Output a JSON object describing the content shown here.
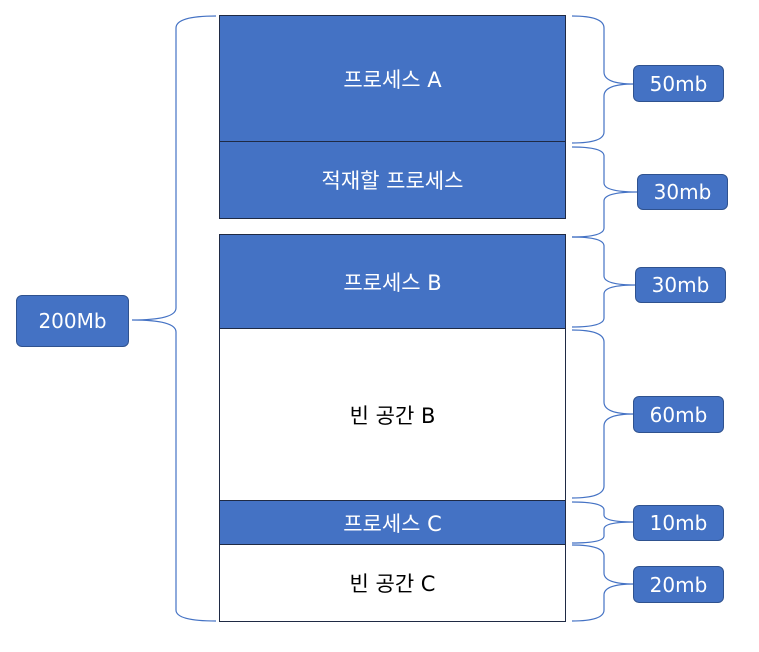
{
  "diagram": {
    "total_label": "200Mb",
    "blocks": [
      {
        "label": "프로세스 A",
        "size": "50mb",
        "filled": true
      },
      {
        "label": "적재할 프로세스",
        "size": "30mb",
        "filled": true
      },
      {
        "label": "프로세스 B",
        "size": "30mb",
        "filled": true
      },
      {
        "label": "빈 공간 B",
        "size": "60mb",
        "filled": false
      },
      {
        "label": "프로세스 C",
        "size": "10mb",
        "filled": true
      },
      {
        "label": "빈 공간 C",
        "size": "20mb",
        "filled": false
      }
    ],
    "colors": {
      "fill": "#4472c4",
      "border": "#1f2a44",
      "empty": "#ffffff"
    }
  }
}
